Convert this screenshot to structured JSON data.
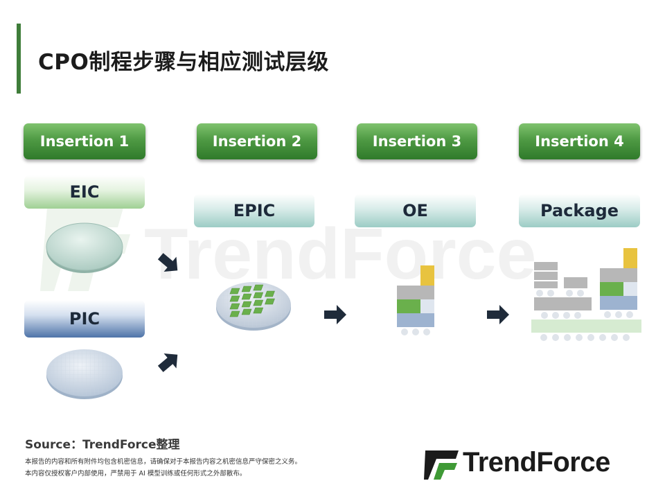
{
  "title": "CPO制程步骤与相应测试层级",
  "insertions": [
    "Insertion 1",
    "Insertion 2",
    "Insertion 3",
    "Insertion 4"
  ],
  "stages": {
    "eic": "EIC",
    "pic": "PIC",
    "epic": "EPIC",
    "oe": "OE",
    "package": "Package"
  },
  "watermark": "TrendForce",
  "footer": {
    "source": "Source：TrendForce整理",
    "disclaimer_1": "本报告的内容和所有附件均包含机密信息，请确保对于本报告内容之机密信息严守保密之义务。",
    "disclaimer_2": "本内容仅授权客户内部使用，严禁用于 AI 模型训练或任何形式之外部散布。"
  },
  "logo": {
    "text": "TrendForce"
  },
  "colors": {
    "accent": "#3f7d3a",
    "insertion_green": "#4f9a44",
    "chip_green": "#6ab04c",
    "chip_yellow": "#e8c33f",
    "chip_blue": "#9db3d0",
    "chip_gray": "#b7b7b7",
    "arrow": "#1f2b3a"
  }
}
